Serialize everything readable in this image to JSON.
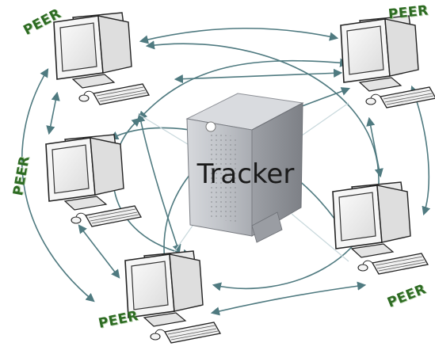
{
  "tracker": {
    "label": "Tracker"
  },
  "peers": [
    {
      "id": "peer-top-left",
      "label": "PEER"
    },
    {
      "id": "peer-mid-left",
      "label": "PEER"
    },
    {
      "id": "peer-bottom-left",
      "label": "PEER"
    },
    {
      "id": "peer-top-right",
      "label": "PEER"
    },
    {
      "id": "peer-bottom-right",
      "label": "PEER"
    }
  ],
  "colors": {
    "arrow": "#4f7a80",
    "peer_text": "#2d6b22",
    "monitor": "#f4f4f4",
    "outline": "#222222",
    "server": "#b9bcc2"
  }
}
